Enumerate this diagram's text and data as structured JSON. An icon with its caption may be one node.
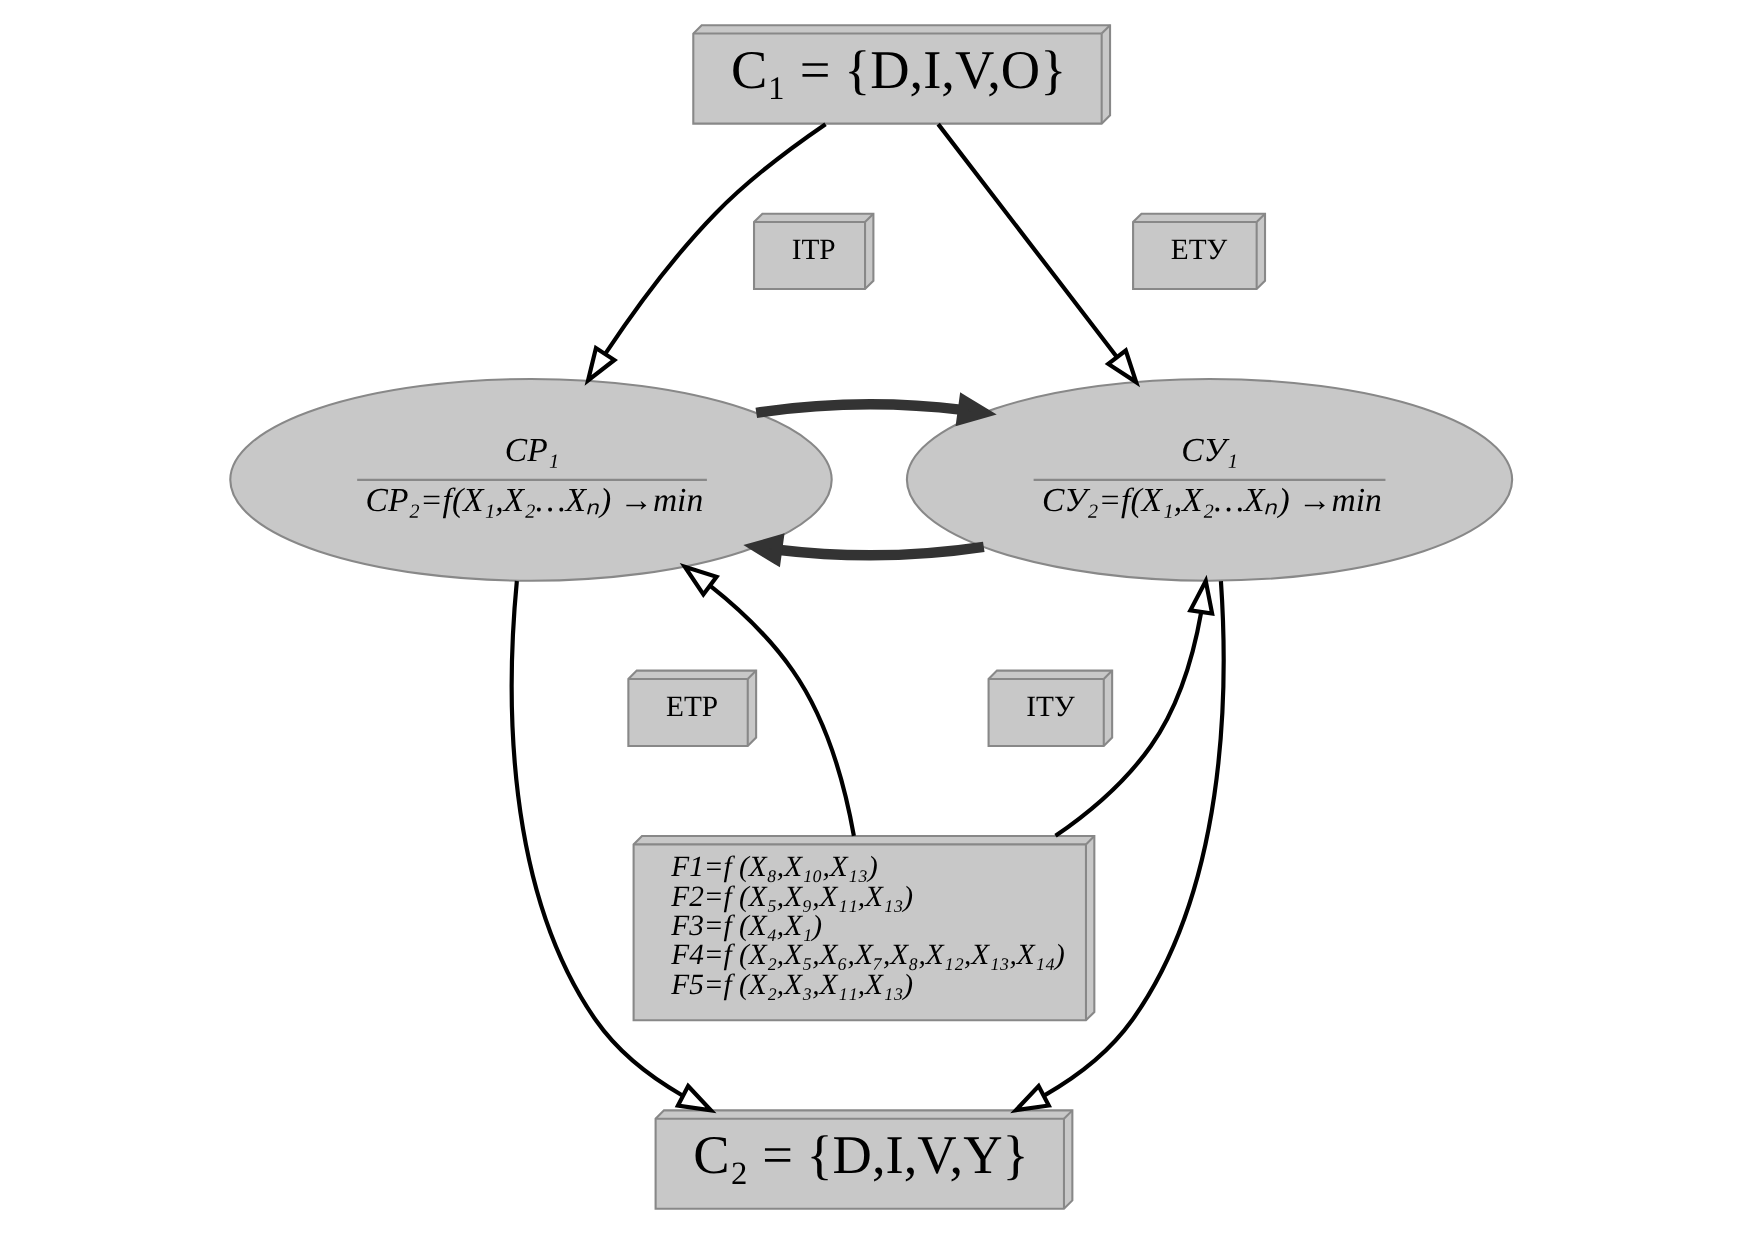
{
  "diagram": {
    "nodes": [
      {
        "text": [
          "C₁ = {D,I,V,O}"
        ]
      },
      {
        "text": [
          "CP₁",
          "CP₂=f(X₁,X₂…Xₙ) →min"
        ]
      },
      {
        "text": [
          "CУ₁",
          "CУ₂=f(X₁,X₂…Xₙ) →min"
        ]
      },
      {
        "text": [
          "ITP"
        ]
      },
      {
        "text": [
          "ETУ"
        ]
      },
      {
        "text": [
          "ETP"
        ]
      },
      {
        "text": [
          "ITУ"
        ]
      },
      {
        "text": [
          "F1=f (X₈,X₁₀,X₁₃)",
          "F2=f (X₅,X₉,X₁₁,X₁₃)",
          "F3=f (X₄,X₁)",
          "F4=f (X₂,X₅,X₆,X₇,X₈,X₁₂,X₁₃,X₁₄)",
          "F5=f (X₂,X₃,X₁₁,X₁₃)"
        ]
      },
      {
        "text": [
          "C₂ = {D,I,V,Y}"
        ]
      }
    ],
    "edges": [
      {
        "from": 0,
        "to": 1,
        "arrow": "to"
      },
      {
        "from": 0,
        "to": 2,
        "arrow": "to"
      },
      {
        "from": 2,
        "to": 1,
        "arrow": "to",
        "style": "thick",
        "color": "#333333"
      },
      {
        "from": 1,
        "to": 2,
        "arrow": "to",
        "style": "thick",
        "color": "#333333"
      },
      {
        "from": 7,
        "to": 1,
        "arrow": "to"
      },
      {
        "from": 7,
        "to": 2,
        "arrow": "to"
      },
      {
        "from": 1,
        "to": 8,
        "arrow": "to"
      },
      {
        "from": 2,
        "to": 8,
        "arrow": "to"
      }
    ]
  }
}
